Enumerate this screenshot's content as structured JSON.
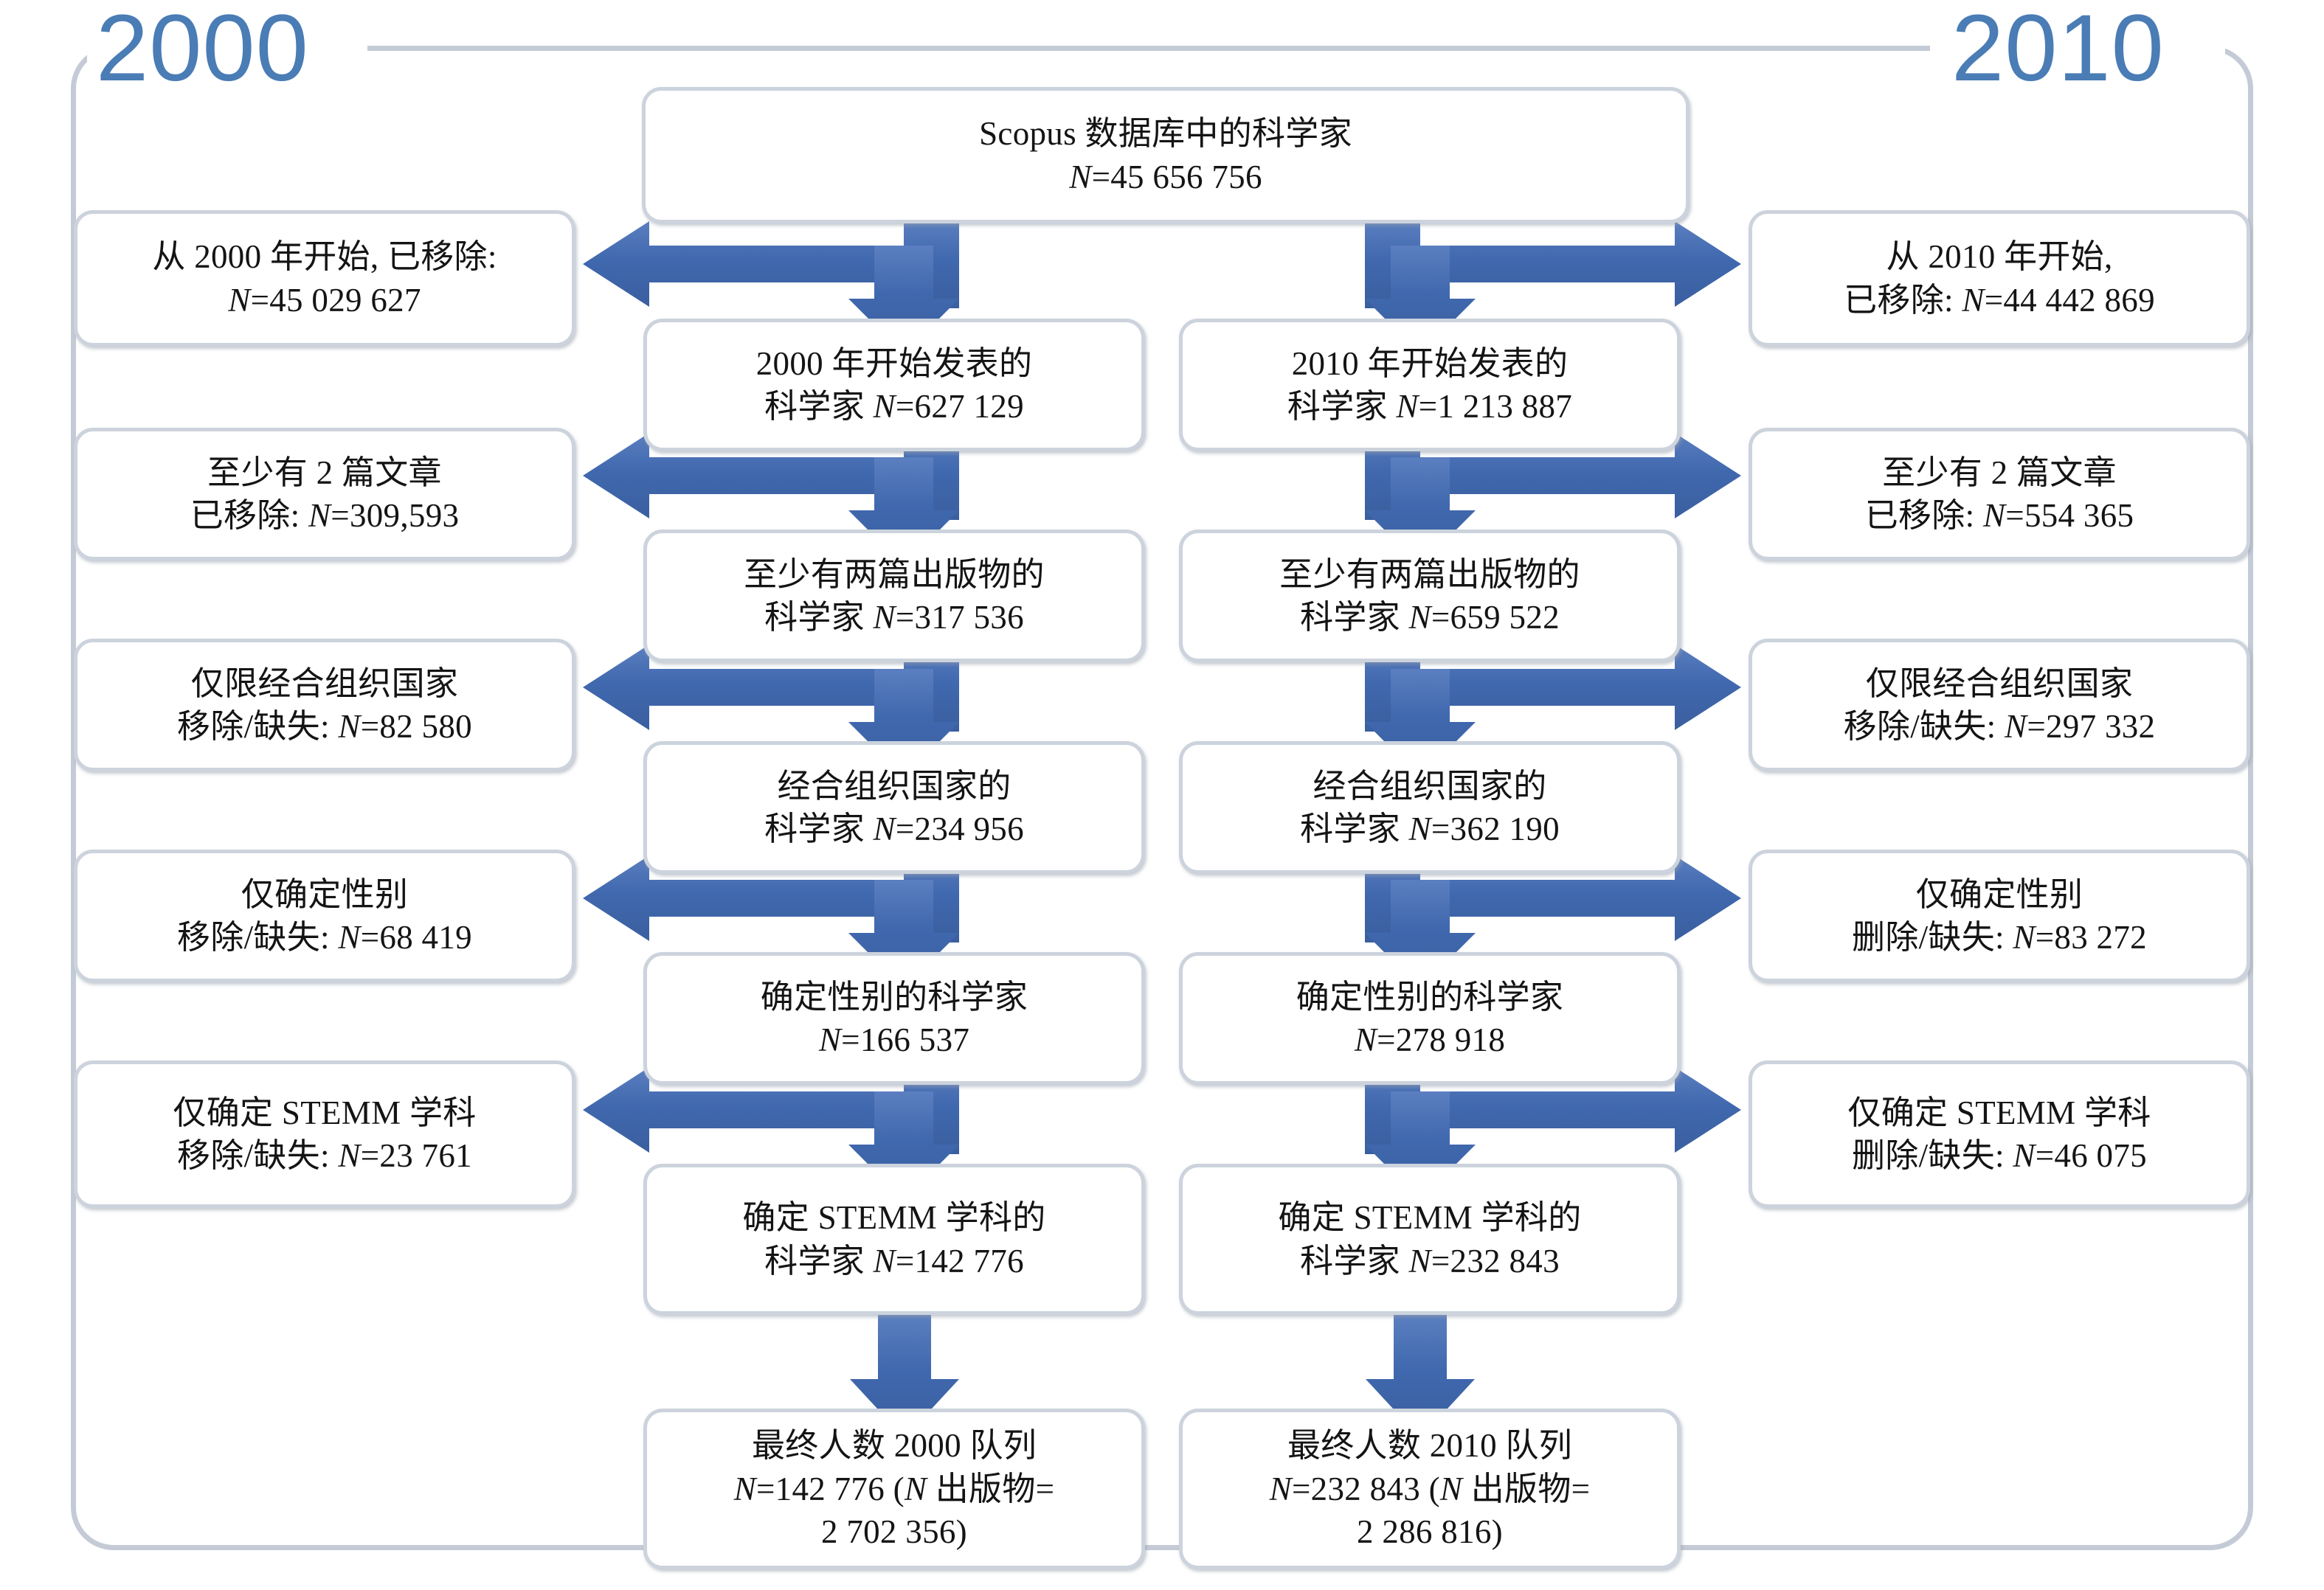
{
  "diagram": {
    "title_left_year": "2000",
    "title_right_year": "2010",
    "accent_color": "#4068ae",
    "box_border_color": "#ccd3dd",
    "year_color": "#4a7cb5"
  },
  "source_box": {
    "line1": "Scopus 数据库中的科学家",
    "line2": "N=45 656 756",
    "full": "Scopus 数据库中的科学家\nN=45 656 756"
  },
  "left_column": {
    "year": "2000",
    "steps": [
      {
        "label": "2000 年开始发表的\n科学家 N=627 129"
      },
      {
        "label": "至少有两篇出版物的\n科学家 N=317 536"
      },
      {
        "label": "经合组织国家的\n科学家 N=234 956"
      },
      {
        "label": "确定性别的科学家\nN=166 537"
      },
      {
        "label": "确定 STEMM 学科的\n科学家 N=142 776"
      },
      {
        "label": "最终人数 2000 队列\nN=142 776 (N 出版物=\n2 702 356)"
      }
    ]
  },
  "right_column": {
    "year": "2010",
    "steps": [
      {
        "label": "2010 年开始发表的\n科学家 N=1 213 887"
      },
      {
        "label": "至少有两篇出版物的\n科学家 N=659 522"
      },
      {
        "label": "经合组织国家的\n科学家 N=362 190"
      },
      {
        "label": "确定性别的科学家\nN=278 918"
      },
      {
        "label": "确定 STEMM 学科的\n科学家 N=232 843"
      },
      {
        "label": "最终人数 2010 队列\nN=232 843 (N 出版物=\n2 286 816)"
      }
    ]
  },
  "left_exclusions": [
    {
      "label": "从 2000 年开始, 已移除:\nN=45 029 627"
    },
    {
      "label": "至少有 2 篇文章\n已移除: N=309,593"
    },
    {
      "label": "仅限经合组织国家\n移除/缺失: N=82 580"
    },
    {
      "label": "仅确定性别\n移除/缺失: N=68 419"
    },
    {
      "label": "仅确定 STEMM 学科\n移除/缺失: N=23 761"
    }
  ],
  "right_exclusions": [
    {
      "label": "从 2010 年开始,\n已移除: N=44 442 869"
    },
    {
      "label": "至少有 2 篇文章\n已移除: N=554 365"
    },
    {
      "label": "仅限经合组织国家\n移除/缺失: N=297 332"
    },
    {
      "label": "仅确定性别\n删除/缺失: N=83 272"
    },
    {
      "label": "仅确定 STEMM 学科\n删除/缺失: N=46 075"
    }
  ],
  "icons": {
    "arrow_left": "arrow-left-icon",
    "arrow_right": "arrow-right-icon",
    "arrow_down": "arrow-down-icon"
  }
}
